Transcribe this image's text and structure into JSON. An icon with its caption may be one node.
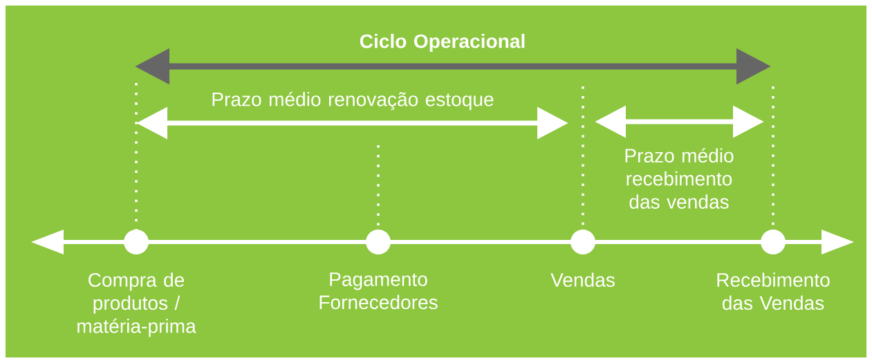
{
  "diagram": {
    "nodes": [
      {
        "text": [],
        "shape": "circle",
        "beside": [
          "Compra de produtos / matéria-prima"
        ]
      },
      {
        "text": [],
        "shape": "circle",
        "beside": [
          "Pagamento Fornecedores"
        ]
      },
      {
        "text": [],
        "shape": "circle",
        "beside": [
          "Vendas"
        ]
      },
      {
        "text": [],
        "shape": "circle",
        "beside": [
          "Recebimento das Vendas"
        ]
      }
    ],
    "labels": [
      "Ciclo Operacional",
      "Prazo médio renovação estoque",
      "Prazo médio recebimento das vendas"
    ]
  }
}
